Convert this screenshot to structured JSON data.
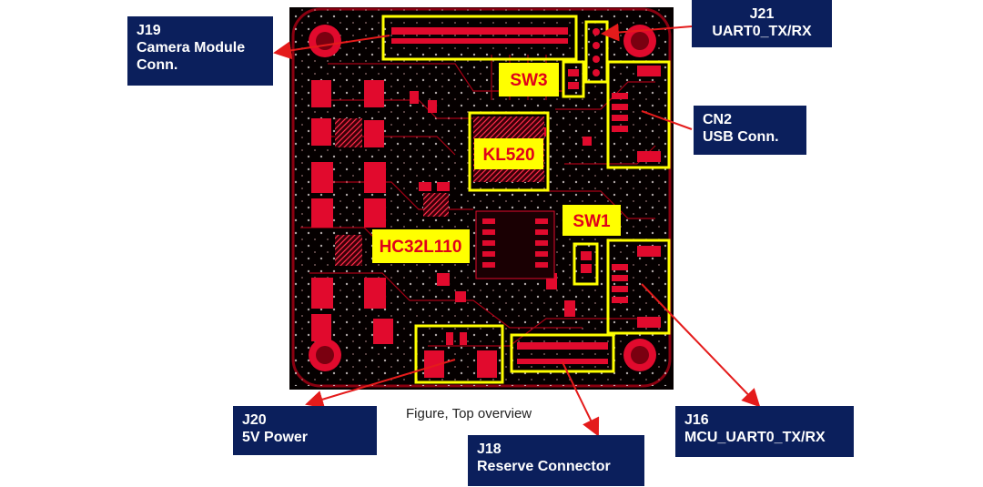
{
  "figure": {
    "caption": "Figure, Top overview",
    "board_colors": {
      "board": "#050000",
      "trace": "#c8001e",
      "pad": "#e10a2d",
      "highlight": "#ffff00",
      "label_fill": "#ffff00",
      "label_text": "#e0001a",
      "callout_bg": "#0b1f5c",
      "arrow": "#e41b1b"
    }
  },
  "board_labels": {
    "sw3": "SW3",
    "kl520": "KL520",
    "sw1": "SW1",
    "hc32l110": "HC32L110"
  },
  "callouts": {
    "j19": {
      "line1": "J19",
      "line2": "Camera Module",
      "line3": "Conn."
    },
    "j21": {
      "line1": "J21",
      "line2": "UART0_TX/RX"
    },
    "cn2": {
      "line1": "CN2",
      "line2": "USB Conn."
    },
    "j20": {
      "line1": "J20",
      "line2": "5V Power"
    },
    "j18": {
      "line1": "J18",
      "line2": "Reserve Connector"
    },
    "j16": {
      "line1": "J16",
      "line2": "MCU_UART0_TX/RX"
    }
  }
}
